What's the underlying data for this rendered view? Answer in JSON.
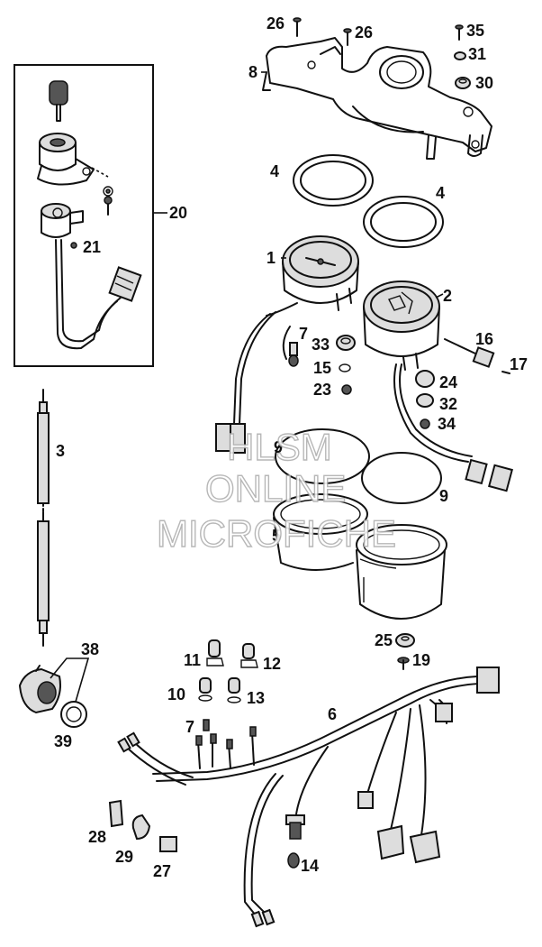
{
  "callouts": {
    "c1": "1",
    "c2": "2",
    "c3": "3",
    "c4a": "4",
    "c4b": "4",
    "c5": "5",
    "c6": "6",
    "c7a": "7",
    "c7b": "7",
    "c8": "8",
    "c9a": "9",
    "c9b": "9",
    "c10": "10",
    "c11": "11",
    "c12": "12",
    "c13": "13",
    "c14": "14",
    "c15": "15",
    "c16": "16",
    "c17": "17",
    "c19": "19",
    "c20": "20",
    "c21": "21",
    "c23": "23",
    "c24": "24",
    "c25": "25",
    "c26a": "26",
    "c26b": "26",
    "c27": "27",
    "c28": "28",
    "c29": "29",
    "c30": "30",
    "c31": "31",
    "c32": "32",
    "c33": "33",
    "c34": "34",
    "c35": "35",
    "c38": "38",
    "c39": "39"
  },
  "watermark": {
    "line1": "HLSM",
    "line2": "ONLINE",
    "line3": "MICROFICHE"
  }
}
